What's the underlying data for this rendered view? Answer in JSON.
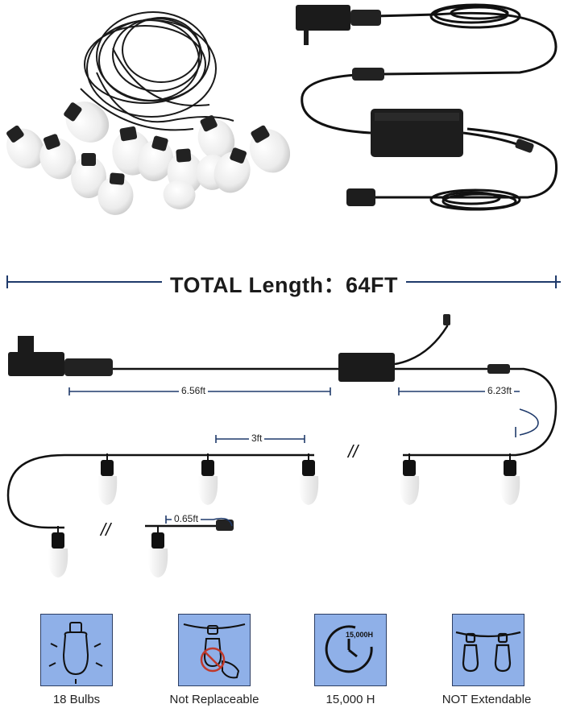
{
  "total_length": "TOTAL Length：64FT",
  "dimensions": {
    "lead_cable": "6.56ft",
    "controller_cable": "6.23ft",
    "bulb_spacing": "3ft",
    "end_spacing": "0.65ft"
  },
  "break_mark": "//",
  "features": [
    {
      "label": "18 Bulbs",
      "icon": "bulb-icon"
    },
    {
      "label": "Not Replaceable",
      "icon": "no-replace-bulb-icon"
    },
    {
      "label": "15,000 H",
      "icon": "clock-icon",
      "badge": "15,000H"
    },
    {
      "label": "NOT Extendable",
      "icon": "string-lights-icon"
    }
  ],
  "colors": {
    "accent_blue": "#1f3a6b",
    "feature_bg": "#8fb0e8",
    "cable": "#111111",
    "bulb": "#f2f2f2"
  }
}
